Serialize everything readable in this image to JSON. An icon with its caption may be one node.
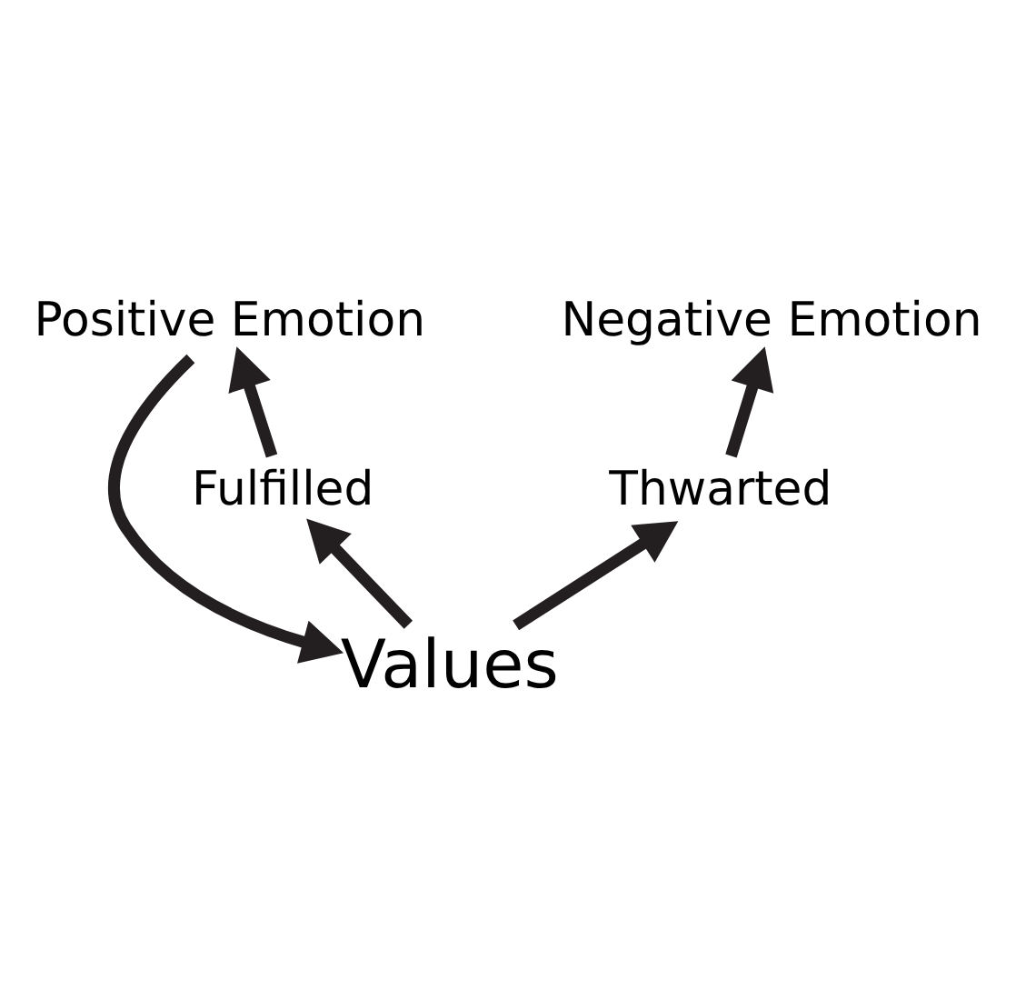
{
  "diagram": {
    "nodes": [
      {
        "text": [
          "Positive Emotion"
        ]
      },
      {
        "text": [
          "Negative Emotion"
        ]
      },
      {
        "text": [
          "Fulfilled"
        ]
      },
      {
        "text": [
          "Thwarted"
        ]
      },
      {
        "text": [
          "Values"
        ]
      }
    ],
    "edges": [
      {
        "from": 2,
        "to": 0,
        "arrow": "to"
      },
      {
        "from": 3,
        "to": 1,
        "arrow": "to"
      },
      {
        "from": 4,
        "to": 2,
        "arrow": "to"
      },
      {
        "from": 4,
        "to": 3,
        "arrow": "to"
      },
      {
        "from": 0,
        "to": 4,
        "arrow": "to"
      }
    ]
  }
}
